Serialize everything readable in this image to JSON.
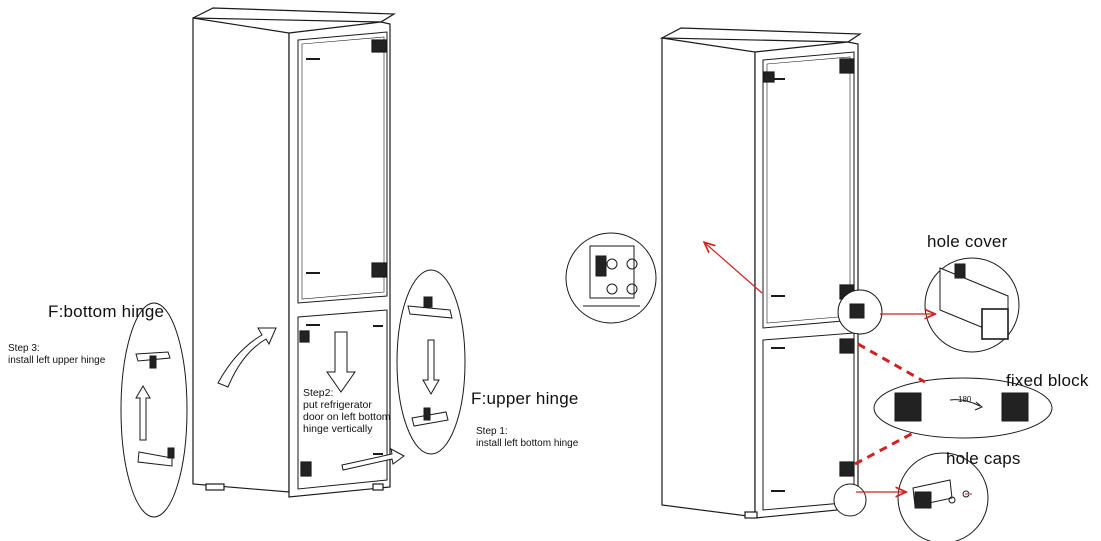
{
  "left_panel": {
    "bottom_hinge_title": "F:bottom hinge",
    "step3": {
      "line1": "Step 3:",
      "line2": "install left upper hinge"
    },
    "step2": {
      "line1": "Step2:",
      "line2": "put refrigerator",
      "line3": "door on left bottom",
      "line4": "hinge vertically"
    },
    "upper_hinge_title": "F:upper hinge",
    "step1": {
      "line1": "Step 1:",
      "line2": "install left bottom hinge"
    }
  },
  "right_panel": {
    "hole_cover_label": "hole cover",
    "fixed_block_label": "fixed block",
    "rotation_label": "180",
    "hole_caps_label": "hole caps"
  },
  "colors": {
    "line": "#1a1a1a",
    "accent_red": "#d42020"
  }
}
